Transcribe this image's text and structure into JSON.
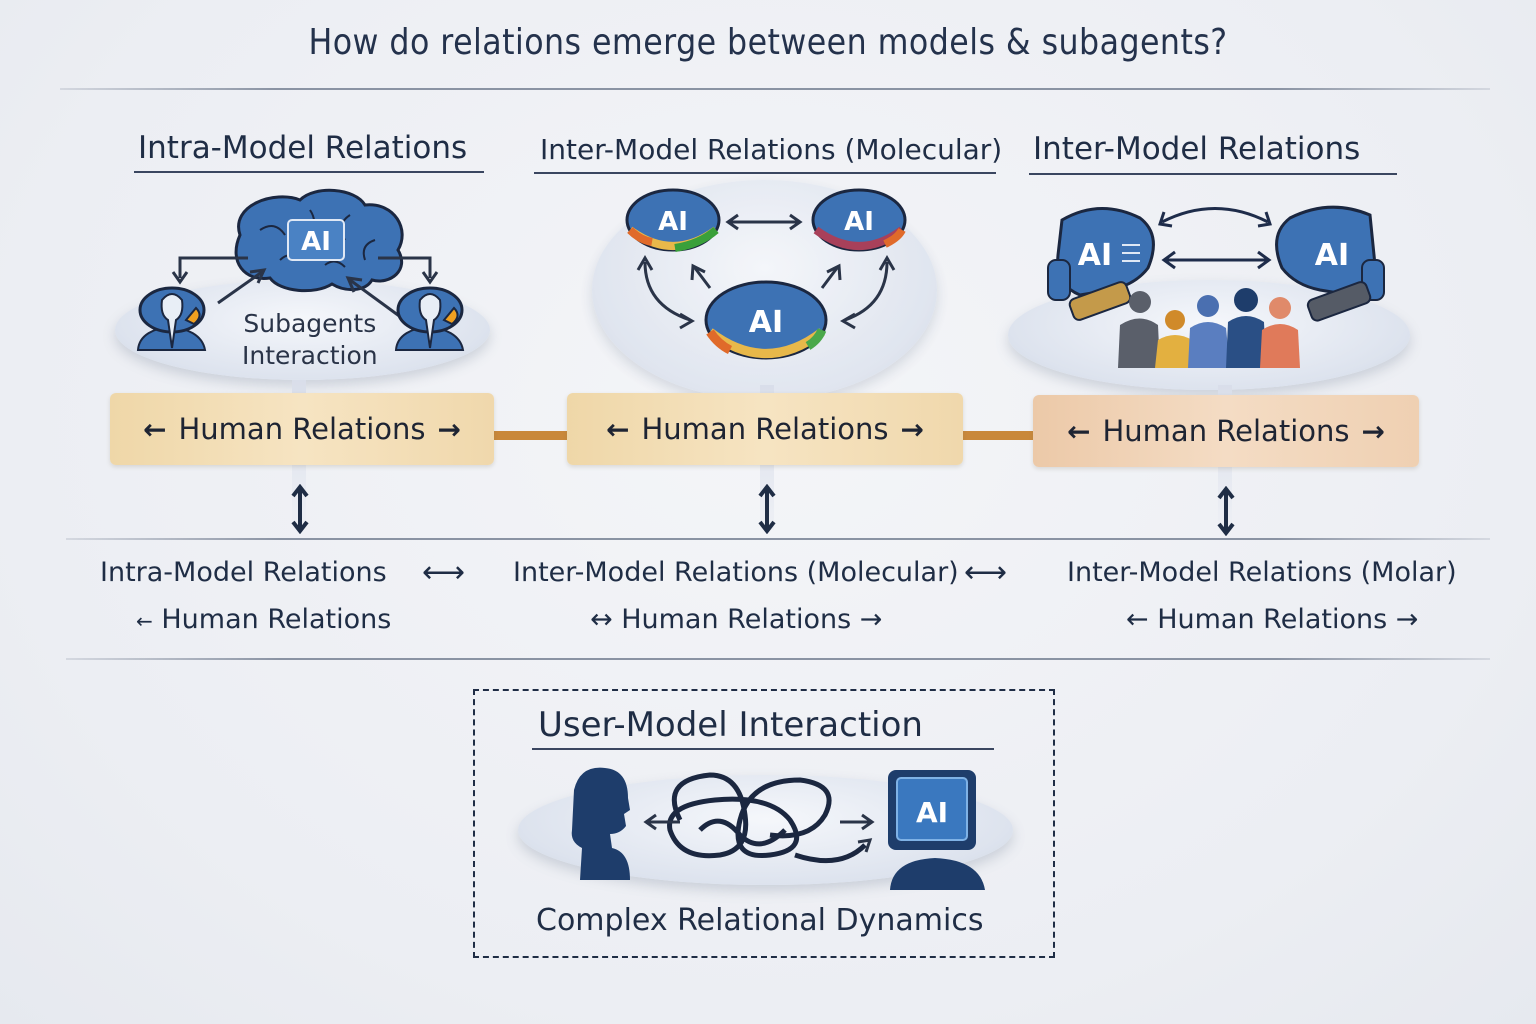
{
  "title": "How do relations emerge between models & subagents?",
  "sections": [
    {
      "heading": "Intra-Model Relations",
      "center_icon": "brain-icon",
      "center_label": "AI",
      "caption_line1": "Subagents",
      "caption_line2": "Interaction",
      "subagent_icons": [
        "subagent-icon",
        "subagent-icon"
      ]
    },
    {
      "heading": "Inter-Model Relations (Molecular)",
      "nodes": [
        "AI",
        "AI",
        "AI"
      ]
    },
    {
      "heading": "Inter-Model Relations",
      "nodes": [
        "AI",
        "AI"
      ],
      "group_icon": "people-group-icon"
    }
  ],
  "human_relations": {
    "label": "Human Relations",
    "left_arrow": "←",
    "right_arrow": "→",
    "colors": [
      "#f3dfb8",
      "#f3dfb8",
      "#f0d2b6"
    ],
    "connector_color": "#c9883a"
  },
  "summary": {
    "col1_line1": "Intra-Model Relations",
    "col1_line2": "Human Relations",
    "col1_prefix": "←",
    "link1": "⟷",
    "col2_line1": "Inter-Model Relations (Molecular)",
    "col2_line2": "Human Relations",
    "col2_prefix": "↔",
    "col2_suffix": "→",
    "link2": "⟷",
    "col3_line1": "Inter-Model Relations (Molar)",
    "col3_line2": "Human Relations",
    "col3_prefix": "←",
    "col3_suffix": "→"
  },
  "user_model": {
    "heading": "User-Model Interaction",
    "monitor_label": "AI",
    "caption": "Complex Relational Dynamics"
  },
  "colors": {
    "ink": "#1f2d45",
    "ai_blue": "#3d72b4",
    "navy": "#1e3d6b"
  }
}
